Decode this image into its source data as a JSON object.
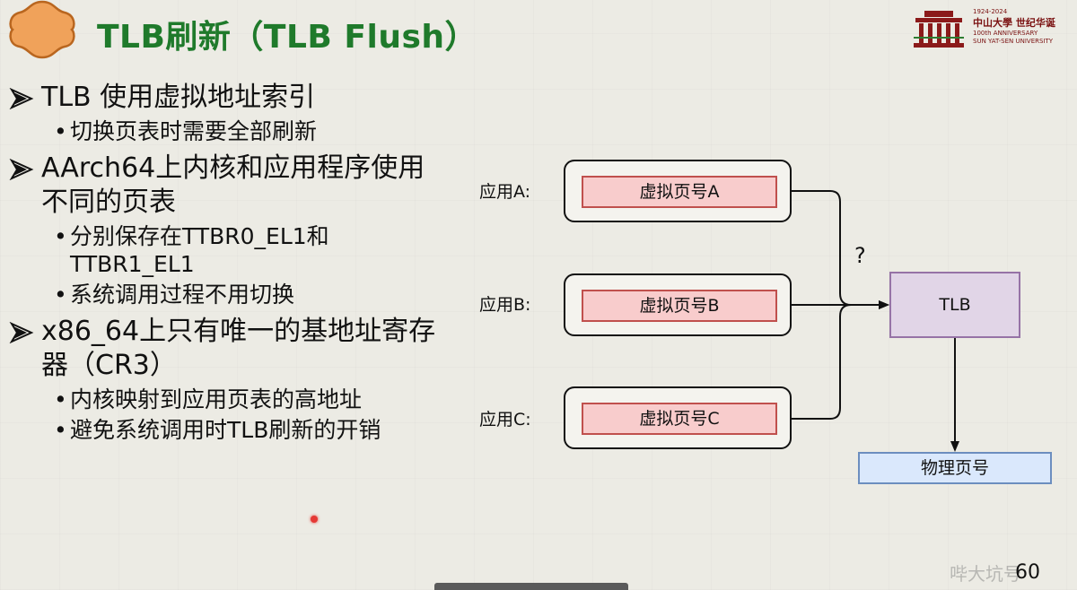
{
  "header": {
    "title": "TLB刷新（TLB Flush）"
  },
  "university_logo": {
    "cn_name": "中山大學 世纪华诞",
    "years": "1924-2024",
    "anniversary": "100th ANNIVERSARY",
    "en_name": "SUN YAT-SEN UNIVERSITY"
  },
  "bullets": [
    {
      "text": "TLB 使用虚拟地址索引",
      "sub": [
        "切换页表时需要全部刷新"
      ]
    },
    {
      "text": "AArch64上内核和应用程序使用不同的页表",
      "sub": [
        "分别保存在TTBR0_EL1和TTBR1_EL1",
        "系统调用过程不用切换"
      ]
    },
    {
      "text": "x86_64上只有唯一的基地址寄存器（CR3）",
      "sub": [
        "内核映射到应用页表的高地址",
        "避免系统调用时TLB刷新的开销"
      ]
    }
  ],
  "diagram": {
    "apps": [
      {
        "label": "应用A:",
        "vpn": "虚拟页号A"
      },
      {
        "label": "应用B:",
        "vpn": "虚拟页号B"
      },
      {
        "label": "应用C:",
        "vpn": "虚拟页号C"
      }
    ],
    "tlb": "TLB",
    "question": "?",
    "ppn": "物理页号"
  },
  "footer": {
    "page_number": "60",
    "watermark": "哔大坑号"
  },
  "colors": {
    "title_green": "#1f7a2b",
    "vpn_fill": "#f8cccc",
    "vpn_border": "#c0504d",
    "tlb_fill": "#e1d5e7",
    "tlb_border": "#9673a6",
    "ppn_fill": "#dae8fc",
    "ppn_border": "#6c8ebf",
    "logo_orange": "#f0a25a"
  }
}
